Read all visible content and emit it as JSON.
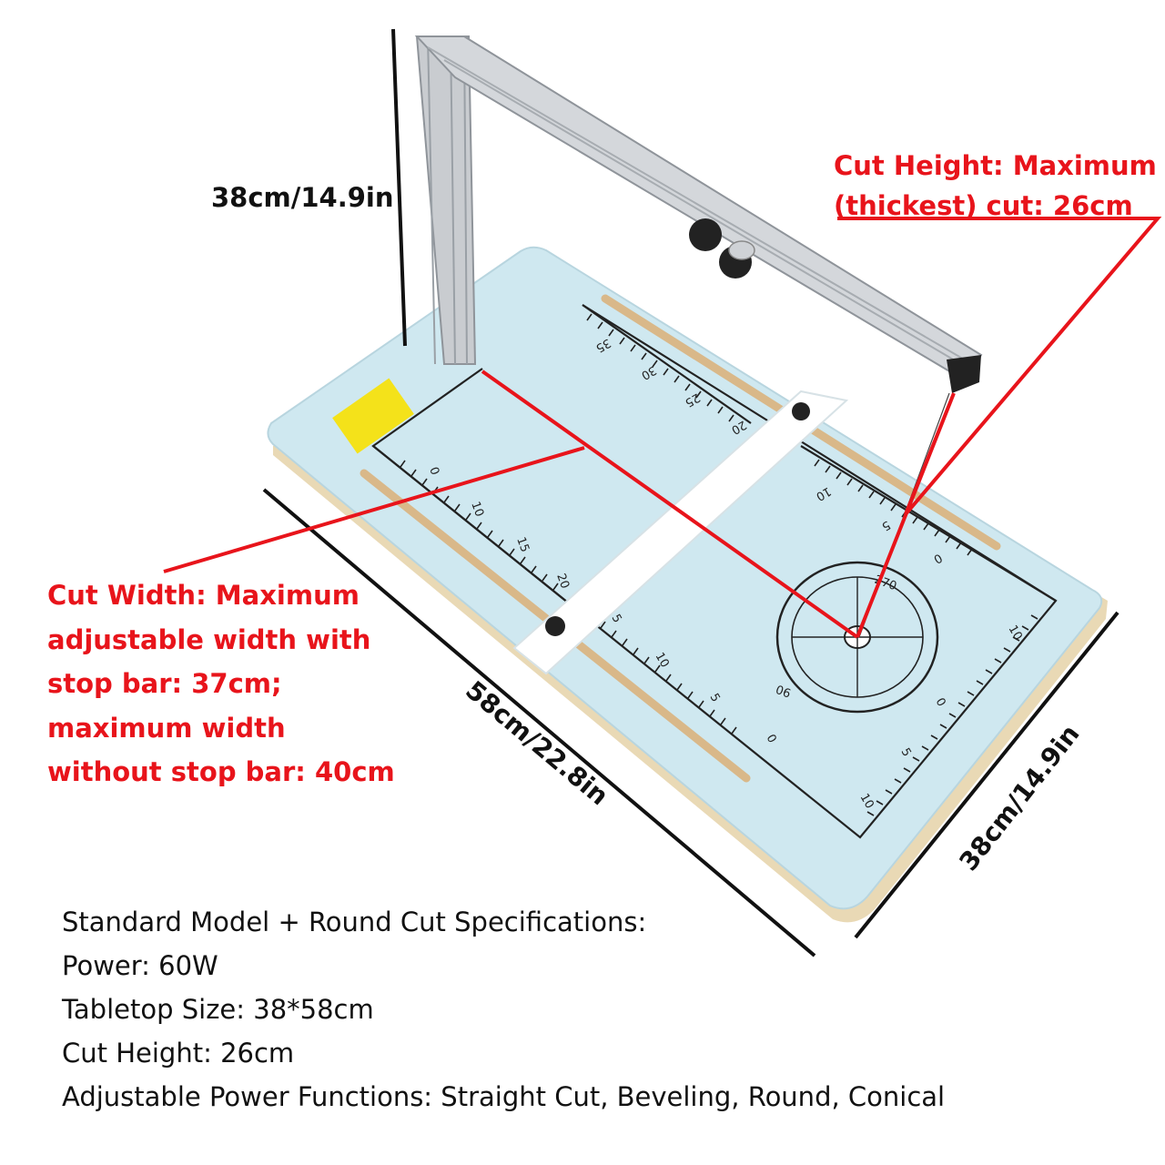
{
  "dimensions": {
    "height_label": "38cm/14.9in",
    "length_label": "58cm/22.8in",
    "width_label": "38cm/14.9in"
  },
  "callouts": {
    "cut_height": [
      "Cut Height: Maximum",
      "(thickest) cut: 26cm"
    ],
    "cut_width": [
      "Cut Width: Maximum",
      "adjustable width with",
      "stop bar: 37cm;",
      "maximum width",
      "without stop bar: 40cm"
    ]
  },
  "specs": [
    "Standard Model + Round Cut Specifications:",
    "Power: 60W",
    "Tabletop Size: 38*58cm",
    "Cut Height: 26cm",
    "Adjustable Power Functions: Straight Cut, Beveling, Round, Conical"
  ],
  "colors": {
    "callout_red": "#e8141b",
    "tabletop_blue": "#cfe8f0",
    "wood_edge": "#e9d9b5",
    "aluminum": "#c9ccd0"
  }
}
